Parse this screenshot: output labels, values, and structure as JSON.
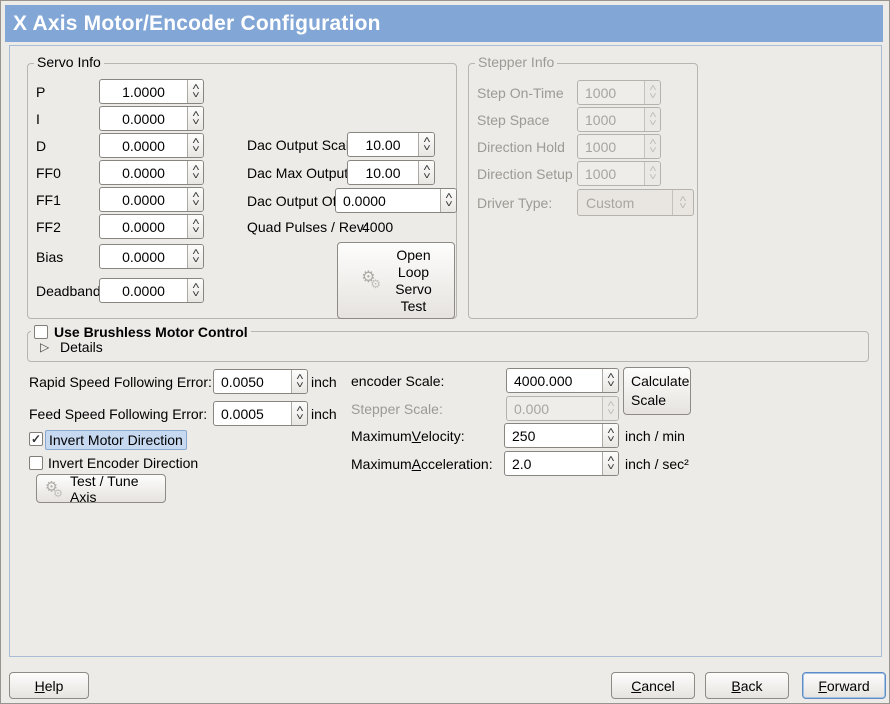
{
  "window": {
    "title": "X Axis Motor/Encoder Configuration"
  },
  "colors": {
    "titlebar": "#82A7D6",
    "window_bg": "#EDEBE7",
    "panel_border": "#A9BED6",
    "focus_highlight_bg": "#C7D9F0",
    "focus_highlight_border": "#8AA9CF",
    "disabled_text": "#9D9A94"
  },
  "icons": {
    "spin_up": "˄",
    "spin_down": "˅",
    "check": "✓",
    "expander_arrow": "▷",
    "gear": "⚙"
  },
  "servo": {
    "title": "Servo Info",
    "rows": [
      {
        "label": "P",
        "value": "1.0000"
      },
      {
        "label": "I",
        "value": "0.0000"
      },
      {
        "label": "D",
        "value": "0.0000"
      },
      {
        "label": "FF0",
        "value": "0.0000"
      },
      {
        "label": "FF1",
        "value": "0.0000"
      },
      {
        "label": "FF2",
        "value": "0.0000"
      },
      {
        "label": "Bias",
        "value": "0.0000"
      },
      {
        "label": "Deadband",
        "value": "0.0000"
      }
    ],
    "dac_rows": [
      {
        "label": "Dac Output Scale:",
        "value": "10.00"
      },
      {
        "label": "Dac Max Output:",
        "value": "10.00"
      },
      {
        "label": "Dac Output Offset:",
        "value": "0.0000"
      }
    ],
    "quad_label": "Quad Pulses / Rev:",
    "quad_value": "4000",
    "open_loop_button": "Open\nLoop\nServo\nTest"
  },
  "stepper": {
    "title": "Stepper Info",
    "rows": [
      {
        "label": "Step On-Time",
        "value": "1000"
      },
      {
        "label": "Step Space",
        "value": "1000"
      },
      {
        "label": "Direction Hold",
        "value": "1000"
      },
      {
        "label": "Direction Setup",
        "value": "1000"
      }
    ],
    "driver_label": "Driver Type:",
    "driver_value": "Custom"
  },
  "brushless": {
    "checkbox_label": "Use Brushless Motor Control",
    "details_label": "Details"
  },
  "errors": {
    "rapid_label": "Rapid Speed Following Error:",
    "rapid_value": "0.0050",
    "rapid_unit": "inch",
    "feed_label": "Feed Speed Following Error:",
    "feed_value": "0.0005",
    "feed_unit": "inch"
  },
  "scale": {
    "encoder_label": "encoder Scale:",
    "encoder_value": "4000.000",
    "calc_button": "Calculate\nScale",
    "stepper_label": "Stepper Scale:",
    "stepper_value": "0.000",
    "velocity": {
      "pre": "Maximum ",
      "m": "V",
      "rest": "elocity:"
    },
    "velocity_value": "250",
    "velocity_unit": "inch / min",
    "accel": {
      "pre": "Maximum ",
      "m": "A",
      "rest": "cceleration:"
    },
    "accel_value": "2.0",
    "accel_unit": "inch / sec²"
  },
  "invert": {
    "motor_label": "Invert Motor Direction",
    "encoder_label": "Invert Encoder Direction"
  },
  "test_tune": {
    "label": "Test / Tune Axis"
  },
  "footer": {
    "help": {
      "m": "H",
      "rest": "elp"
    },
    "cancel": {
      "m": "C",
      "rest": "ancel"
    },
    "back": {
      "m": "B",
      "rest": "ack"
    },
    "forward": {
      "m": "F",
      "rest": "orward"
    }
  }
}
